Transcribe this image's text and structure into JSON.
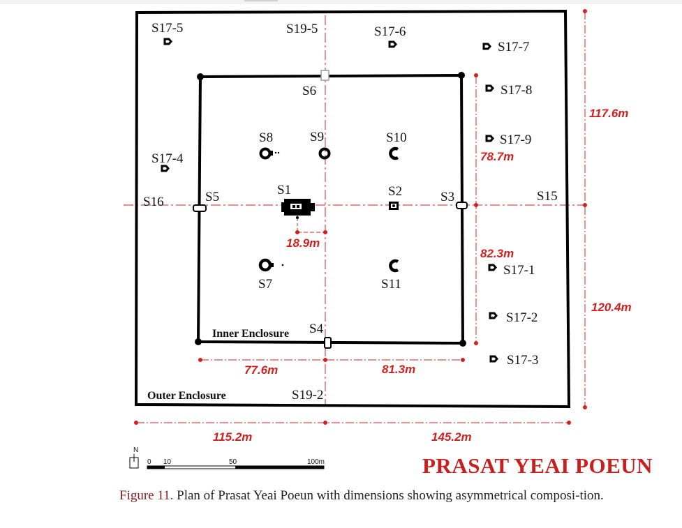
{
  "labels": {
    "s17_5": "S17-5",
    "s19_5": "S19-5",
    "s17_6": "S17-6",
    "s17_7": "S17-7",
    "s6": "S6",
    "s17_8": "S17-8",
    "s8": "S8",
    "s9": "S9",
    "s10": "S10",
    "s17_9": "S17-9",
    "s17_4": "S17-4",
    "s1": "S1",
    "s2": "S2",
    "s16": "S16",
    "s5": "S5",
    "s3": "S3",
    "s15": "S15",
    "s7": "S7",
    "s11": "S11",
    "s17_1": "S17-1",
    "s17_2": "S17-2",
    "s4": "S4",
    "s17_3": "S17-3",
    "s19_2": "S19-2",
    "inner_enclosure": "Inner Enclosure",
    "outer_enclosure": "Outer Enclosure"
  },
  "dimensions": {
    "d117_6": "117.6m",
    "d78_7": "78.7m",
    "d18_9": "18.9m",
    "d82_3": "82.3m",
    "d120_4": "120.4m",
    "d77_6": "77.6m",
    "d81_3": "81.3m",
    "d115_2": "115.2m",
    "d145_2": "145.2m"
  },
  "scale_bar": {
    "north": "N",
    "t0": "0",
    "t10": "10",
    "t50": "50",
    "t100": "100m"
  },
  "brand": "PRASAT YEAI POEUN",
  "caption": {
    "figure_label": "Figure 11.",
    "text": " Plan of Prasat Yeai Poeun with dimensions showing asymmetrical composi-tion."
  },
  "colors": {
    "dimension": "#d41f1f",
    "brand": "#c8201f",
    "figure_label": "#8a1b1b"
  }
}
